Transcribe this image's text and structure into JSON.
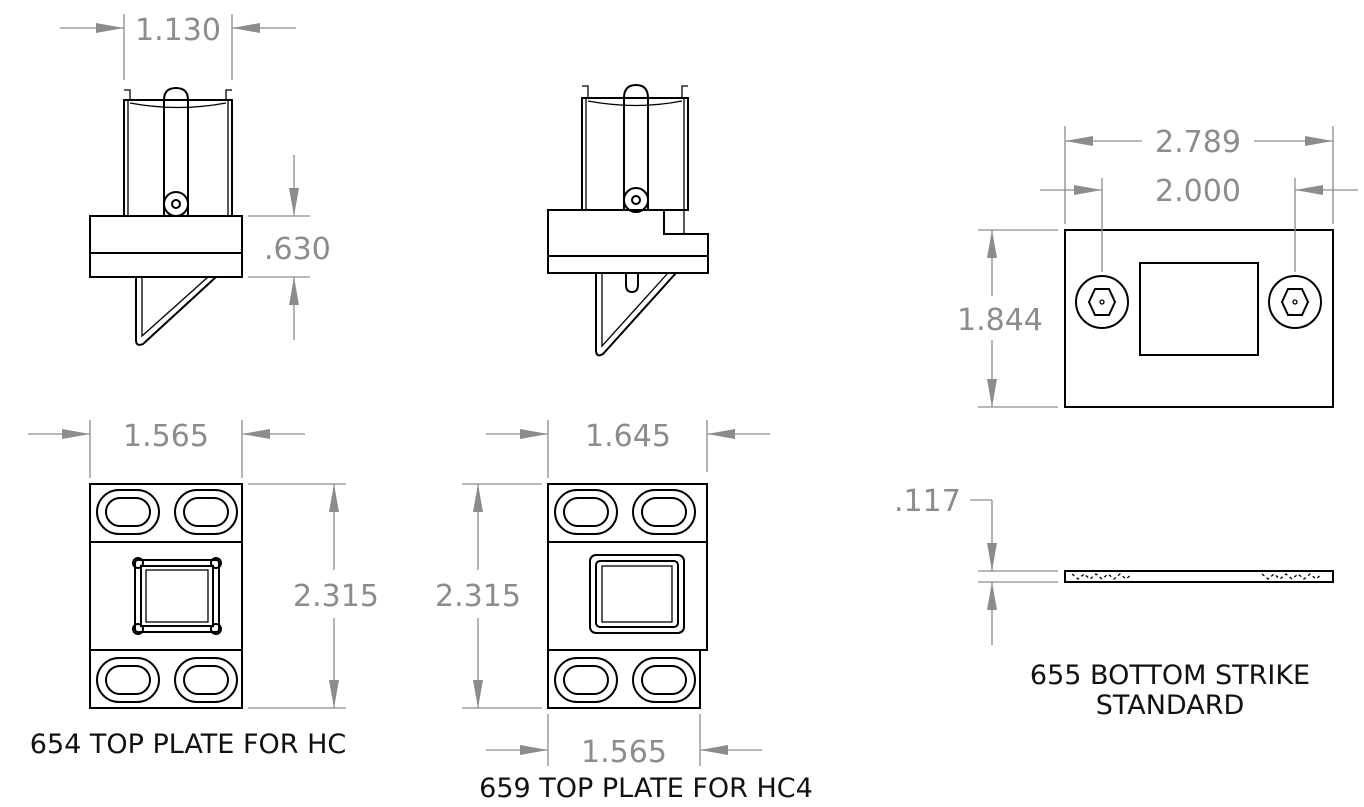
{
  "dimensions": {
    "hc_latch_width": "1.130",
    "hc_body_height": ".630",
    "hc_plate_width": "1.565",
    "hc_plate_height": "2.315",
    "hc4_plate_width": "1.645",
    "hc4_plate_height": "2.315",
    "hc4_lower_width": "1.565",
    "strike_overall_width": "2.789",
    "strike_hole_spacing": "2.000",
    "strike_height": "1.844",
    "strike_thickness": ".117"
  },
  "labels": {
    "hc_title": "654 TOP PLATE FOR HC",
    "hc4_title": "659 TOP PLATE FOR HC4",
    "strike_title_line1": "655 BOTTOM STRIKE",
    "strike_title_line2": "STANDARD"
  }
}
